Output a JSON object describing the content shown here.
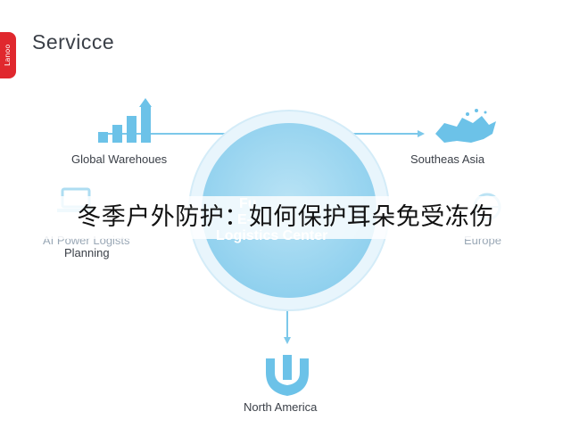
{
  "brand": {
    "tab_text": "Lanoo"
  },
  "title": "Servicce",
  "hub": {
    "line1": "Fu",
    "line2": "E-",
    "line3": "Logistics Center"
  },
  "nodes": {
    "global_warehouses": "Global Warehoues",
    "southeast_asia": "Southeas Asia",
    "ai_planning_line1": "AI Power Logists",
    "ai_planning_line2": "Planning",
    "europe": "Europe",
    "north_america": "North America"
  },
  "overlay": {
    "caption": "冬季户外防护：如何保护耳朵免受冻伤"
  },
  "colors": {
    "accent": "#6cc2e8",
    "hub_fill": "#a9dcf2",
    "brand_red": "#e0282e",
    "text": "#3a3f47"
  }
}
